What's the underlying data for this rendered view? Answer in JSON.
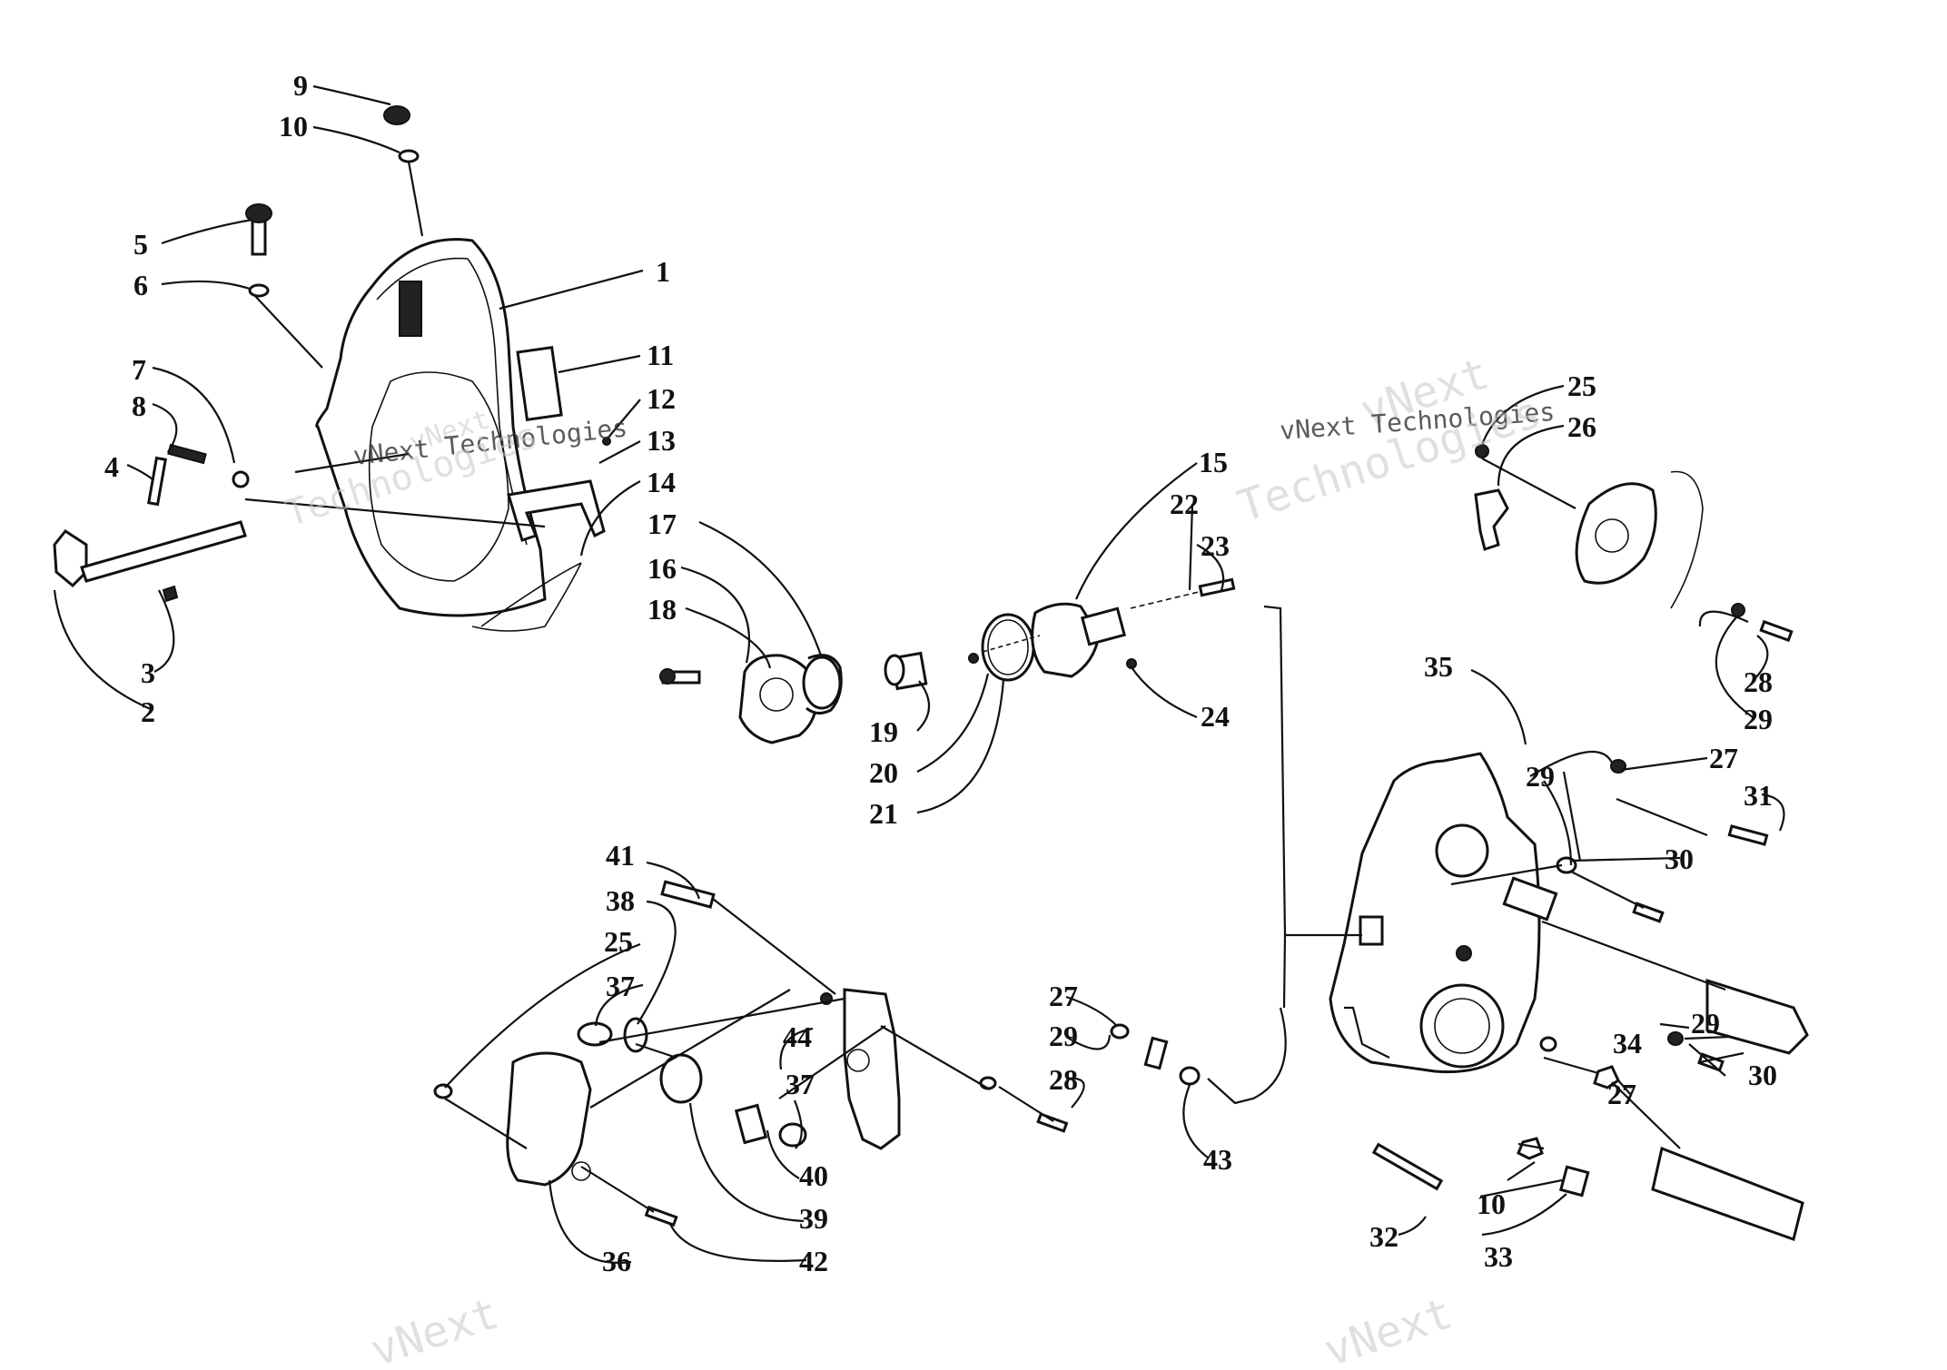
{
  "watermark": {
    "brand": "vNext",
    "company": "vNext Technologies",
    "word": "Technologies"
  },
  "callouts": [
    "1",
    "2",
    "3",
    "4",
    "5",
    "6",
    "7",
    "8",
    "9",
    "10",
    "11",
    "12",
    "13",
    "14",
    "15",
    "16",
    "17",
    "18",
    "19",
    "20",
    "21",
    "22",
    "23",
    "24",
    "25",
    "26",
    "27",
    "28",
    "29",
    "30",
    "31",
    "32",
    "33",
    "34",
    "35",
    "36",
    "37",
    "38",
    "39",
    "40",
    "41",
    "42",
    "43",
    "44"
  ],
  "repeat_callouts": {
    "n10b": "10",
    "n25b": "25",
    "n27b": "27",
    "n27c": "27",
    "n28b": "28",
    "n29b": "29",
    "n29c": "29",
    "n29d": "29",
    "n30b": "30",
    "n37b": "37"
  }
}
